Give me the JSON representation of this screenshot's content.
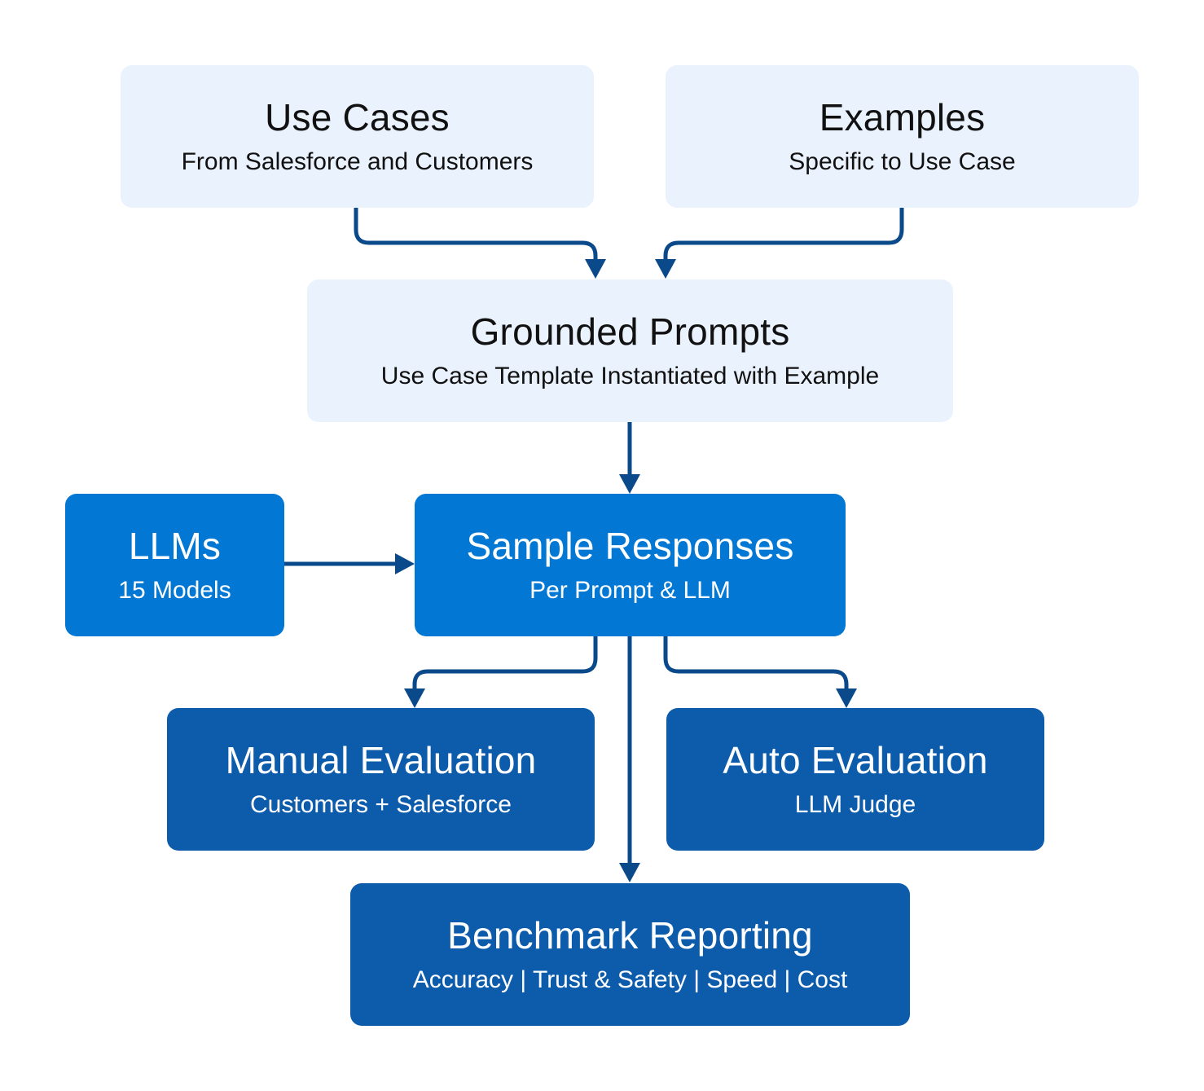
{
  "colors": {
    "light_box": "#eaf2fd",
    "mid_box": "#0277d4",
    "dark_box": "#0d5cab",
    "arrow": "#0b4a8a"
  },
  "nodes": {
    "use_cases": {
      "title": "Use Cases",
      "subtitle": "From Salesforce and Customers"
    },
    "examples": {
      "title": "Examples",
      "subtitle": "Specific to Use Case"
    },
    "grounded_prompts": {
      "title": "Grounded Prompts",
      "subtitle": "Use Case Template Instantiated with Example"
    },
    "llms": {
      "title": "LLMs",
      "subtitle": "15 Models"
    },
    "sample_responses": {
      "title": "Sample Responses",
      "subtitle": "Per Prompt & LLM"
    },
    "manual_evaluation": {
      "title": "Manual Evaluation",
      "subtitle": "Customers + Salesforce"
    },
    "auto_evaluation": {
      "title": "Auto Evaluation",
      "subtitle": "LLM Judge"
    },
    "benchmark_reporting": {
      "title": "Benchmark Reporting",
      "subtitle": "Accuracy | Trust & Safety | Speed | Cost"
    }
  },
  "edges": [
    {
      "from": "use_cases",
      "to": "grounded_prompts"
    },
    {
      "from": "examples",
      "to": "grounded_prompts"
    },
    {
      "from": "grounded_prompts",
      "to": "sample_responses"
    },
    {
      "from": "llms",
      "to": "sample_responses"
    },
    {
      "from": "sample_responses",
      "to": "manual_evaluation"
    },
    {
      "from": "sample_responses",
      "to": "auto_evaluation"
    },
    {
      "from": "sample_responses",
      "to": "benchmark_reporting"
    }
  ]
}
